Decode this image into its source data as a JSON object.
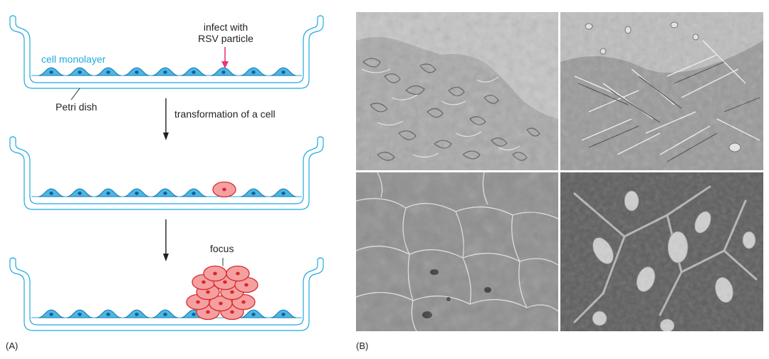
{
  "panel_a": {
    "letter": "(A)",
    "cell_monolayer_label": "cell monolayer",
    "infect_label_line1": "infect with",
    "infect_label_line2": "RSV particle",
    "petri_dish_label": "Petri dish",
    "transformation_label": "transformation of a cell",
    "focus_label": "focus"
  },
  "panel_b": {
    "letter": "(B)"
  },
  "colors": {
    "dish_outline": "#1fa9e1",
    "normal_cell_fill": "#4cb7e6",
    "normal_nucleus": "#0f7fb5",
    "transformed_cell_fill": "#f19090",
    "transformed_cell_stroke": "#e02a2a",
    "transformed_nucleus": "#e0242b",
    "infect_arrow": "#e8357a",
    "text": "#231f20"
  }
}
